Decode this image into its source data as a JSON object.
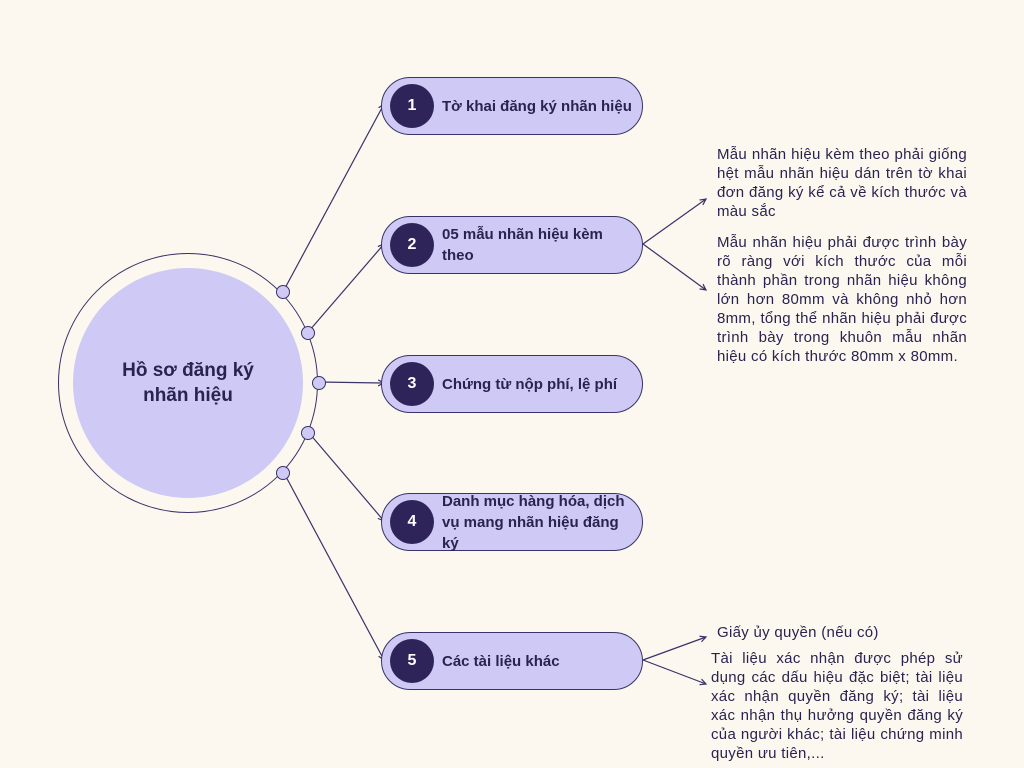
{
  "center": {
    "title": "Hồ sơ đăng ký nhãn hiệu"
  },
  "items": [
    {
      "number": "1",
      "label": "Tờ khai đăng ký nhãn hiệu"
    },
    {
      "number": "2",
      "label": "05 mẫu nhãn hiệu kèm theo"
    },
    {
      "number": "3",
      "label": "Chứng từ nộp phí, lệ phí"
    },
    {
      "number": "4",
      "label": "Danh mục hàng hóa, dịch vụ mang nhãn hiệu đăng ký"
    },
    {
      "number": "5",
      "label": "Các tài liệu khác"
    }
  ],
  "notes": {
    "item2": [
      "Mẫu nhãn hiệu kèm theo phải giống hệt mẫu nhãn hiệu dán trên tờ khai đơn đăng ký kể cả về kích thước và màu sắc",
      "Mẫu nhãn hiệu phải được trình bày rõ ràng với kích thước của mỗi thành phần trong nhãn hiệu không lớn hơn 80mm và không nhỏ hơn 8mm, tổng thể nhãn hiệu phải được trình bày trong khuôn mẫu nhãn hiệu có kích thước 80mm x 80mm."
    ],
    "item5": [
      "Giấy ủy quyền (nếu có)",
      "Tài liệu xác nhận được phép sử dụng các dấu hiệu đặc biệt; tài liệu xác nhận quyền đăng ký; tài liệu xác nhận thụ hưởng quyền đăng ký của người khác; tài liệu chứng minh quyền ưu tiên,..."
    ]
  },
  "colors": {
    "background": "#fcf8ef",
    "node_fill": "#cfcaf5",
    "badge_fill": "#2f2459",
    "line": "#3a3268",
    "text": "#2a2350"
  }
}
